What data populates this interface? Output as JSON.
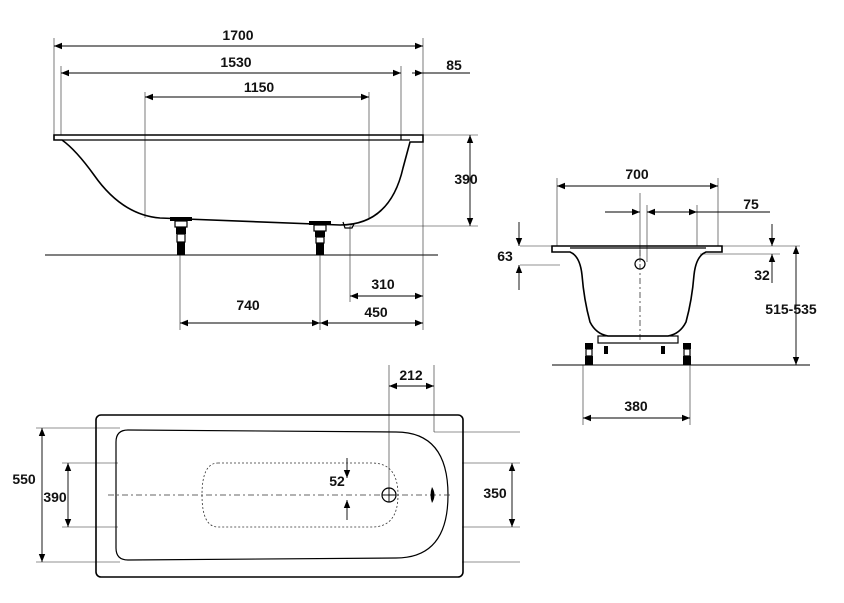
{
  "side_view": {
    "overall_length": "1700",
    "inner_length": "1530",
    "rim_offset": "85",
    "bottom_length": "1150",
    "height": "390",
    "drain_to_end": "310",
    "feet_spacing": "740",
    "foot_to_end": "450"
  },
  "end_view": {
    "width": "700",
    "drain_spacing": "75",
    "rim_thickness": "63",
    "rim_drop": "32",
    "total_height": "515-535",
    "feet_spacing": "380"
  },
  "top_view": {
    "overflow_offset": "212",
    "outer_width": "550",
    "inner_width": "390",
    "head_width": "350",
    "drain_radius": "52"
  }
}
